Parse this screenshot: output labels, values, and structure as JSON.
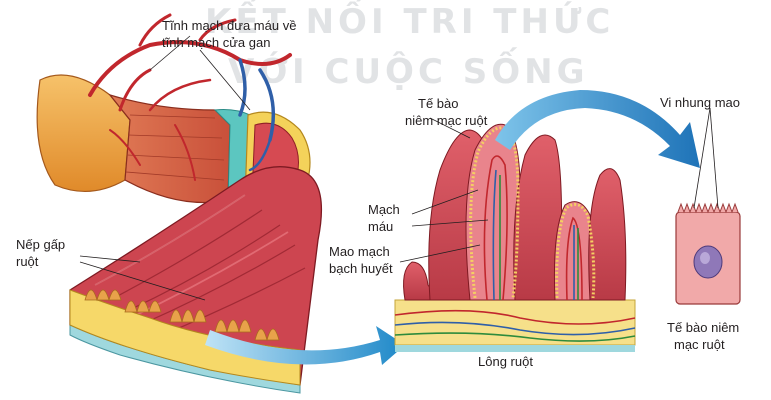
{
  "watermark": {
    "line1": "KẾT NỐI TRI THỨC",
    "line2": "VỚI CUỘC SỐNG"
  },
  "labels": {
    "vein_line1": "Tĩnh mạch đưa máu về",
    "vein_line2": "tĩnh mạch cửa gan",
    "fold_line1": "Nếp gấp",
    "fold_line2": "ruột",
    "mucosa_line1": "Tế bào",
    "mucosa_line2": "niêm mạc ruột",
    "vessel_line1": "Mạch",
    "vessel_line2": "máu",
    "lymph_line1": "Mao mạch",
    "lymph_line2": "bạch huyết",
    "villus": "Lông ruột",
    "microvilli": "Vi nhung mao",
    "cell_line1": "Tế bào niêm",
    "cell_line2": "mạc ruột"
  },
  "colors": {
    "tissue_red": "#d0464f",
    "tissue_pink": "#ef9aa0",
    "outer_orange": "#f1a23c",
    "blood_vessel": "#c1272d",
    "lymph_vessel": "#2e8b3c",
    "vein_blue": "#2f5fa8",
    "arrow_blue": "#1e88c8",
    "mucosa_yellow": "#f7e17a"
  }
}
